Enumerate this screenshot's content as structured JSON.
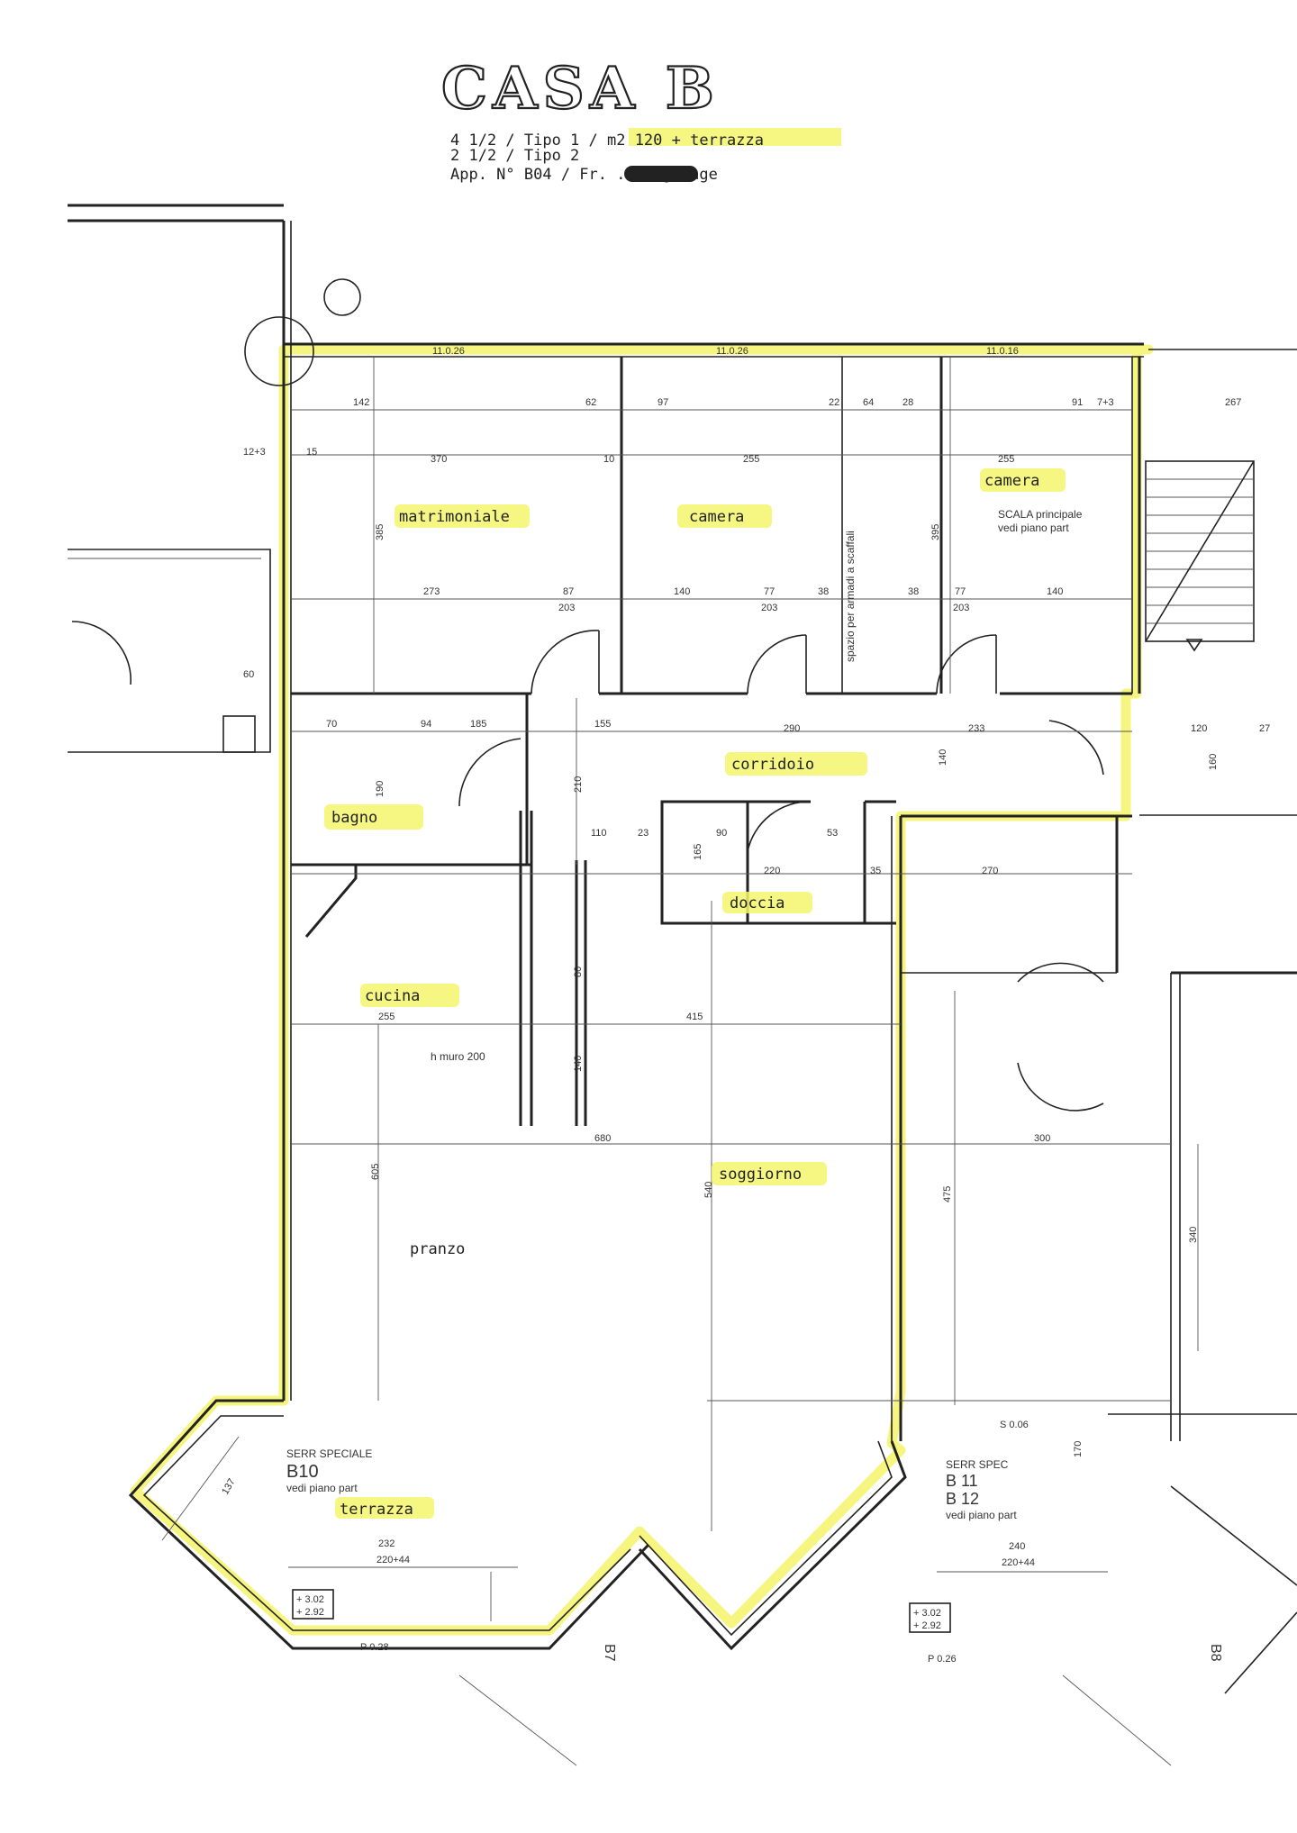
{
  "header": {
    "title": "CASA  B",
    "line1": "4 1/2 / Tipo 1   / m2 120 + terrazza",
    "line2": "2 1/2 / Tipo 2",
    "line3": "App. N° B04 / Fr.          .- + garage"
  },
  "rooms": {
    "matrimoniale": "matrimoniale",
    "camera1": "camera",
    "camera2": "camera",
    "corridoio": "corridoio",
    "bagno": "bagno",
    "doccia": "doccia",
    "cucina": "cucina",
    "soggiorno": "soggiorno",
    "pranzo": "pranzo",
    "terrazza": "terrazza"
  },
  "notes": {
    "scala1": "SCALA principale",
    "scala2": "vedi piano part",
    "hmuro": "h muro 200",
    "serr1a": "SERR  SPECIALE",
    "serr1b": "B10",
    "serr1c": "vedi piano part",
    "serr2a": "SERR  SPEC",
    "serr2b": "B 11",
    "serr2c": "B 12",
    "serr2d": "vedi piano part",
    "armadi": "spazio per armadi a scaffali",
    "b7": "B7",
    "b8": "B8",
    "lev1a": "+ 3.02",
    "lev1b": "+ 2.92",
    "lev2a": "+ 3.02",
    "lev2b": "+ 2.92",
    "wall1": "11.0.26",
    "wall2": "11.0.26",
    "wall3": "11.0.16",
    "wall4": "S 0.06",
    "wall5": "P 0.28",
    "wall6": "P 0.26"
  },
  "dims": {
    "d142": "142",
    "d62": "62",
    "d97": "97",
    "d22": "22",
    "d64": "64",
    "d28": "28",
    "d91": "91",
    "d7": "7+3",
    "d267": "267",
    "d370": "370",
    "d10a": "10",
    "d255a": "255",
    "d255b": "255",
    "d15": "15",
    "d12": "12+3",
    "d385": "385",
    "d395": "395",
    "d273": "273",
    "d87": "87",
    "d203a": "203",
    "d140a": "140",
    "d77a": "77",
    "d203b": "203",
    "d38a": "38",
    "d38b": "38",
    "d77b": "77",
    "d203c": "203",
    "d140b": "140",
    "d70": "70",
    "d94": "94",
    "d185": "185",
    "d155": "155",
    "d290": "290",
    "d233": "233",
    "d120": "120",
    "d27": "27",
    "d210": "210",
    "d190": "190",
    "d140c": "140",
    "d160": "160",
    "d110": "110",
    "d23": "23",
    "d90": "90",
    "d53": "53",
    "d220": "220",
    "d35": "35",
    "d270": "270",
    "d165": "165",
    "d255c": "255",
    "d415": "415",
    "d680": "680",
    "d300": "300",
    "d605": "605",
    "d540": "540",
    "d475": "475",
    "d340": "340",
    "d80": "80",
    "d140d": "140",
    "d137": "137",
    "d232": "232",
    "d220b": "220+44",
    "d240": "240",
    "d220c": "220+44",
    "d170": "170",
    "d60": "60"
  }
}
